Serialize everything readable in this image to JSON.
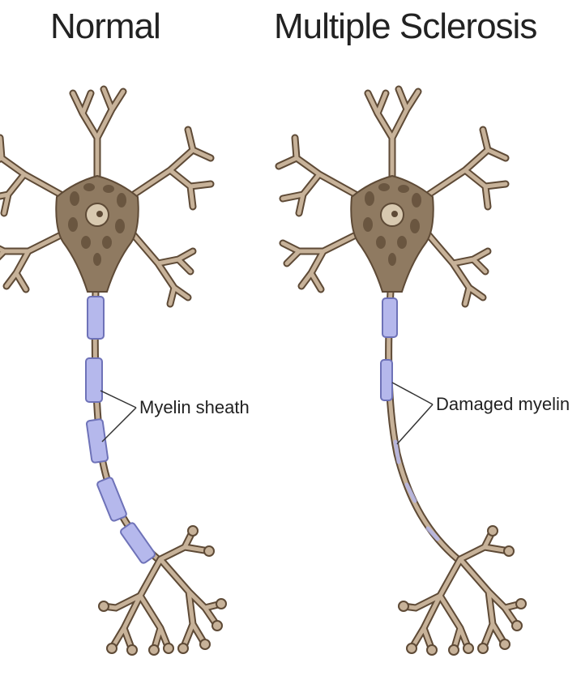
{
  "titles": {
    "left": "Normal",
    "right": "Multiple Sclerosis"
  },
  "labels": {
    "left": "Myelin sheath",
    "right": "Damaged myelin"
  },
  "colors": {
    "neuron": "#c7b299",
    "neuron_outline": "#5e4a36",
    "nucleus": "#d8c9b0",
    "cell_spots": "#5e4a36",
    "myelin": "#b5b8ec",
    "myelin_outline": "#6e72b8",
    "leader": "#333333"
  }
}
